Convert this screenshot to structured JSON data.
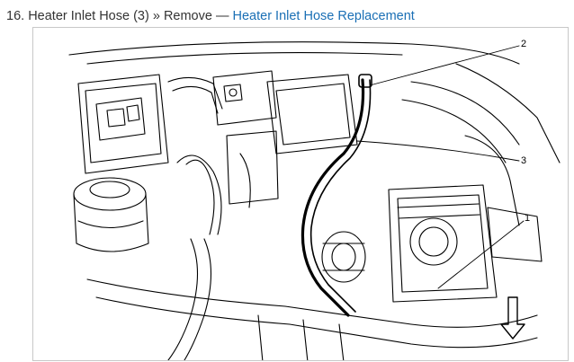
{
  "header": {
    "step_number": "16.",
    "component": "Heater Inlet Hose (3)",
    "separator": "»",
    "action": "Remove",
    "dash": "—",
    "link_text": "Heater Inlet Hose Replacement"
  },
  "diagram": {
    "callouts": [
      "2",
      "3",
      "1"
    ],
    "colors": {
      "line": "#000000",
      "link": "#1a6fb5",
      "text": "#333333",
      "border": "#c8c8c8"
    }
  }
}
